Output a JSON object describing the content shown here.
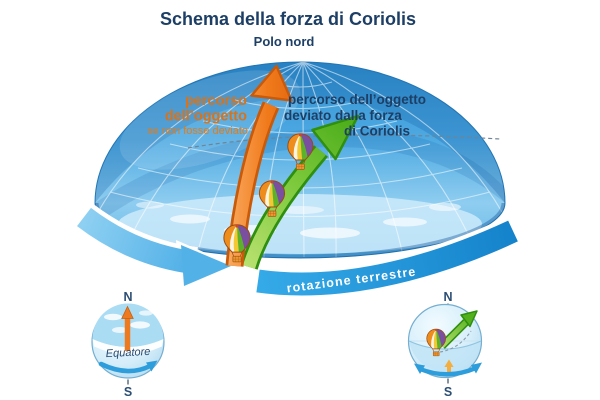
{
  "title": "Schema della forza di Coriolis",
  "dome": {
    "pole_label": "Polo nord",
    "rotation_band_label": "rotazione terrestre",
    "straight_path_label": {
      "line1": "percorso",
      "line2": "dell’oggetto",
      "line3": "se non fosse deviato"
    },
    "deviated_path_label": {
      "line1": "percorso dell’oggetto",
      "line2": "deviato dalla forza",
      "line3": "di Coriolis"
    }
  },
  "mini_globes": {
    "no_rotation": {
      "north": "N",
      "south": "S",
      "equator": "Equatore"
    },
    "with_rotation": {
      "north": "N",
      "south": "S"
    }
  },
  "colors": {
    "navy_text": "#1d3f66",
    "orange_text": "#d9731a",
    "straight_arrow_orange": "#ee7a1f",
    "deviated_arrow_green": "#53b01c",
    "rotation_band_blue": "#2aa0e0",
    "dome_blue": "#2c8fd0",
    "background": "#ffffff"
  }
}
